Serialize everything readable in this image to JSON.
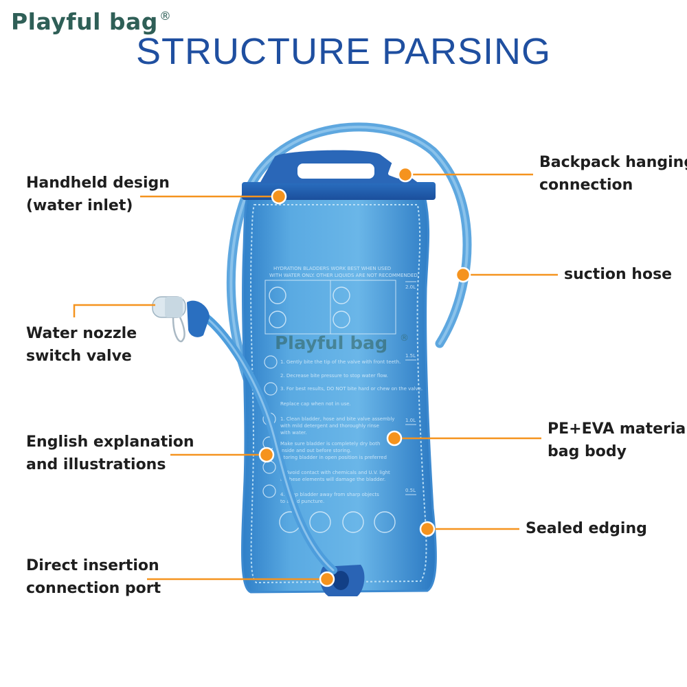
{
  "brand": {
    "name": "Playful bag",
    "mark": "®"
  },
  "title": "STRUCTURE PARSING",
  "labels": {
    "handheld": {
      "line1": "Handheld design",
      "line2": "(water inlet)"
    },
    "backpack": {
      "line1": "Backpack hanging",
      "line2": "connection"
    },
    "suction": {
      "line1": "suction hose"
    },
    "nozzle": {
      "line1": "Water nozzle",
      "line2": "switch valve"
    },
    "english": {
      "line1": "English explanation",
      "line2": "and illustrations"
    },
    "material": {
      "line1": "PE+EVA material",
      "line2": "bag body"
    },
    "sealed": {
      "line1": "Sealed edging"
    },
    "port": {
      "line1": "Direct insertion",
      "line2": "connection port"
    }
  },
  "bag_print": {
    "header1": "HYDRATION BLADDERS WORK BEST WHEN USED",
    "header2": "WITH WATER ONLY. OTHER LIQUIDS ARE NOT RECOMMENDED",
    "scale": [
      "2.0L",
      "1.5L",
      "1.0L",
      "0.5L"
    ],
    "steps": [
      "1. Gently bite the tip of the valve with front teeth.",
      "2. Decrease bite pressure to stop water flow.",
      "3. For best results, DO NOT bite hard or chew on the valve.",
      "Replace cap when not in use."
    ],
    "care": [
      "1. Clean bladder, hose and bite valve assembly",
      "with mild detergent and thoroughly rinse",
      "with water.",
      "Make sure bladder is completely dry both",
      "inside and out before storing.",
      "Storing bladder in open position is preferred",
      "3. Avoid contact with chemicals and U.V. light",
      "as these elements will damage the bladder.",
      "4. Keep bladder away from sharp objects",
      "to avoid puncture."
    ]
  },
  "colors": {
    "accent_orange": "#f5931e",
    "title_blue": "#1f4fa0",
    "brand_green": "#2f5f57",
    "bag_blue": "#4a9ad8",
    "hose_blue": "#3f8fd6"
  }
}
